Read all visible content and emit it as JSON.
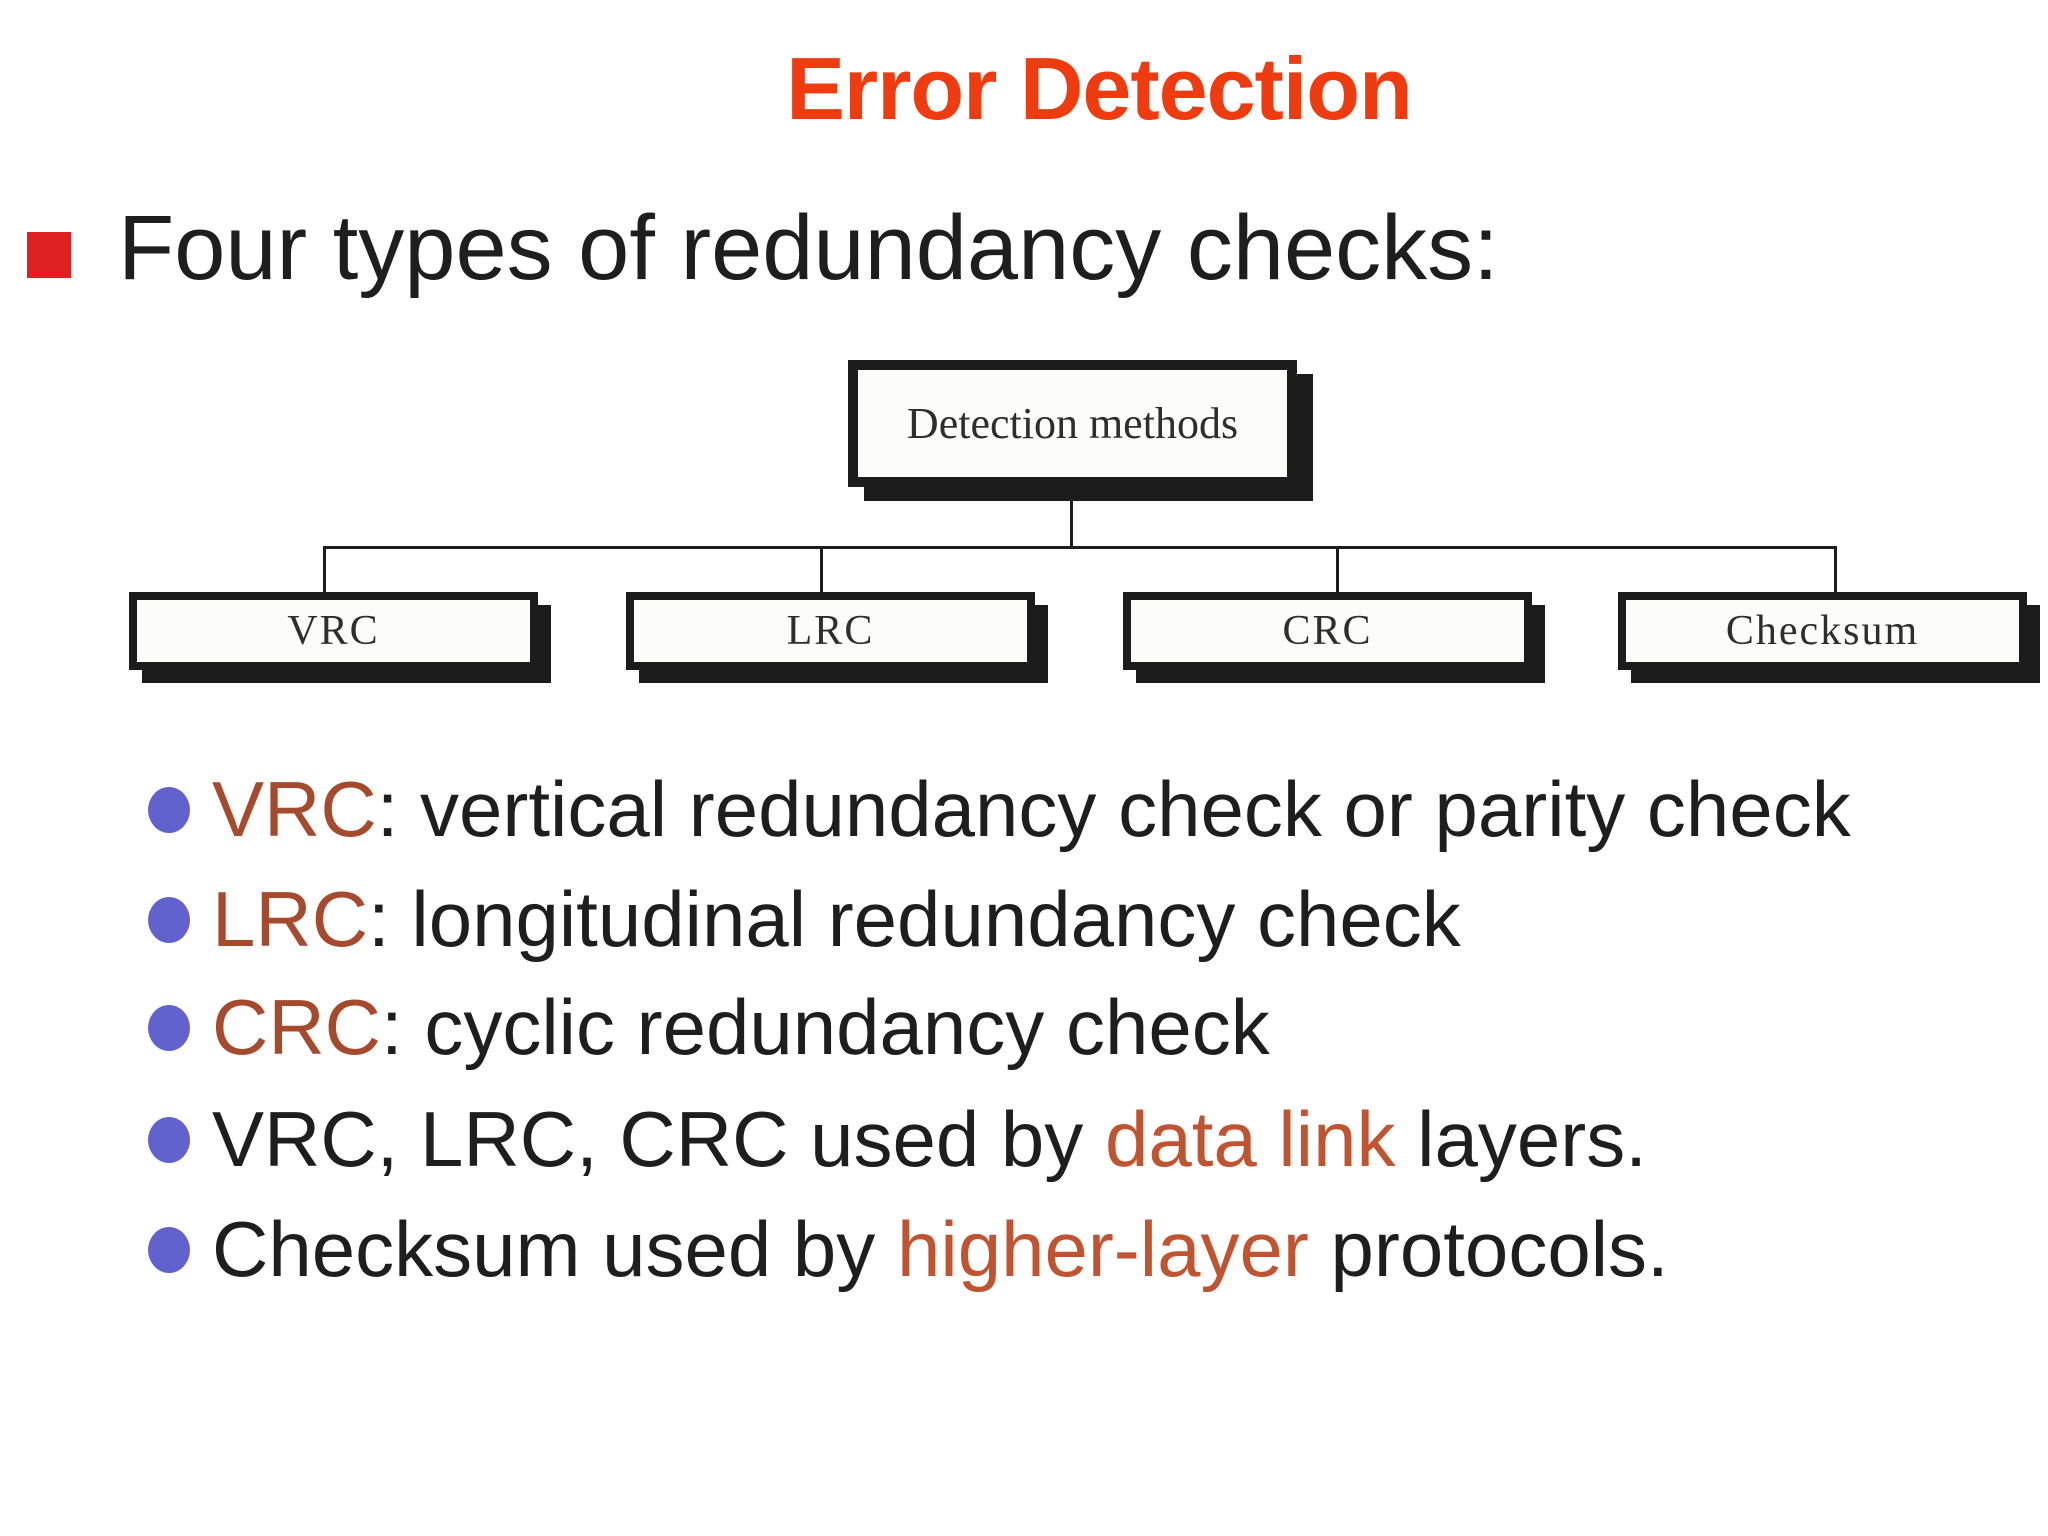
{
  "title": "Error Detection",
  "heading": {
    "text": "Four types of redundancy checks:"
  },
  "diagram": {
    "root": "Detection methods",
    "children": [
      "VRC",
      "LRC",
      "CRC",
      "Checksum"
    ]
  },
  "bullets": [
    {
      "pre": "",
      "accent": "VRC",
      "post": ": vertical redundancy check or parity check"
    },
    {
      "pre": "",
      "accent": "LRC",
      "post": ": longitudinal redundancy check"
    },
    {
      "pre": "",
      "accent": "CRC",
      "post": ": cyclic redundancy check"
    },
    {
      "pre": "VRC, LRC, CRC used by ",
      "accent": "data link",
      "post": " layers."
    },
    {
      "pre": "Checksum used by ",
      "accent": "higher-layer",
      "post": " protocols."
    }
  ],
  "colors": {
    "title_color": "#ee3b10",
    "heading_bullet": "#dd2020",
    "text_color": "#1e1e1e",
    "accent_brown": "#a64a2e",
    "accent_warm": "#c05330",
    "bullet_blue": "#6262ce",
    "line_color": "#1c1c1c",
    "box_fill": "#fcfcfa"
  }
}
